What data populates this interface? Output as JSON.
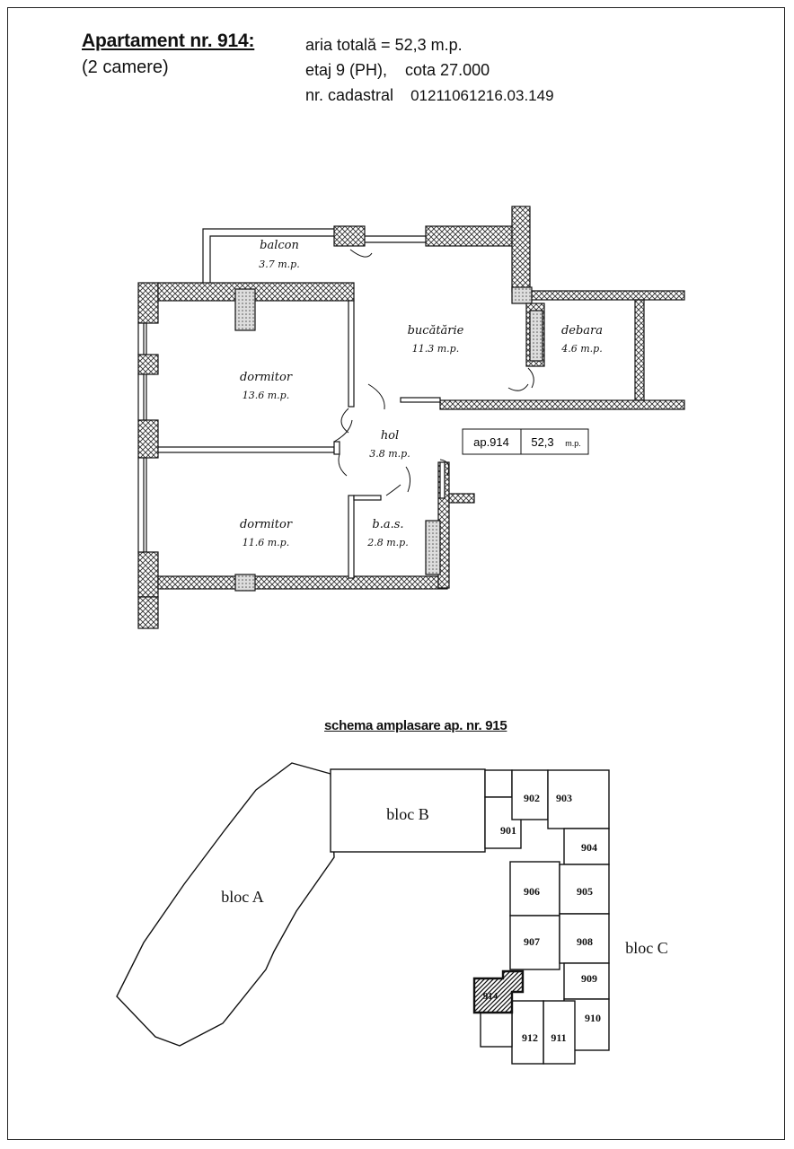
{
  "header": {
    "title": "Apartament nr. 914:",
    "rooms_count": "(2 camere)",
    "area_line": "aria totală = 52,3 m.p.",
    "floor_line": "etaj 9 (PH),    cota 27.000",
    "cadastral_label": "nr. cadastral",
    "cadastral_number": "01211061216.03.149"
  },
  "floor_plan": {
    "rooms": [
      {
        "name": "balcon",
        "area": "3.7 m.p."
      },
      {
        "name": "bucătărie",
        "area": "11.3 m.p."
      },
      {
        "name": "debara",
        "area": "4.6 m.p."
      },
      {
        "name": "dormitor",
        "area": "13.6 m.p."
      },
      {
        "name": "hol",
        "area": "3.8 m.p."
      },
      {
        "name": "dormitor",
        "area": "11.6 m.p."
      },
      {
        "name": "b.a.s.",
        "area": "2.8 m.p."
      }
    ],
    "apt_tag": {
      "label": "ap.914",
      "area": "52,3",
      "unit": "m.p."
    }
  },
  "site_scheme": {
    "title": "schema amplasare ap. nr. 915",
    "blocks": [
      "bloc A",
      "bloc B",
      "bloc C"
    ],
    "units": [
      "901",
      "902",
      "903",
      "904",
      "905",
      "906",
      "907",
      "908",
      "909",
      "910",
      "911",
      "912",
      "914"
    ],
    "highlighted_unit": "914"
  }
}
